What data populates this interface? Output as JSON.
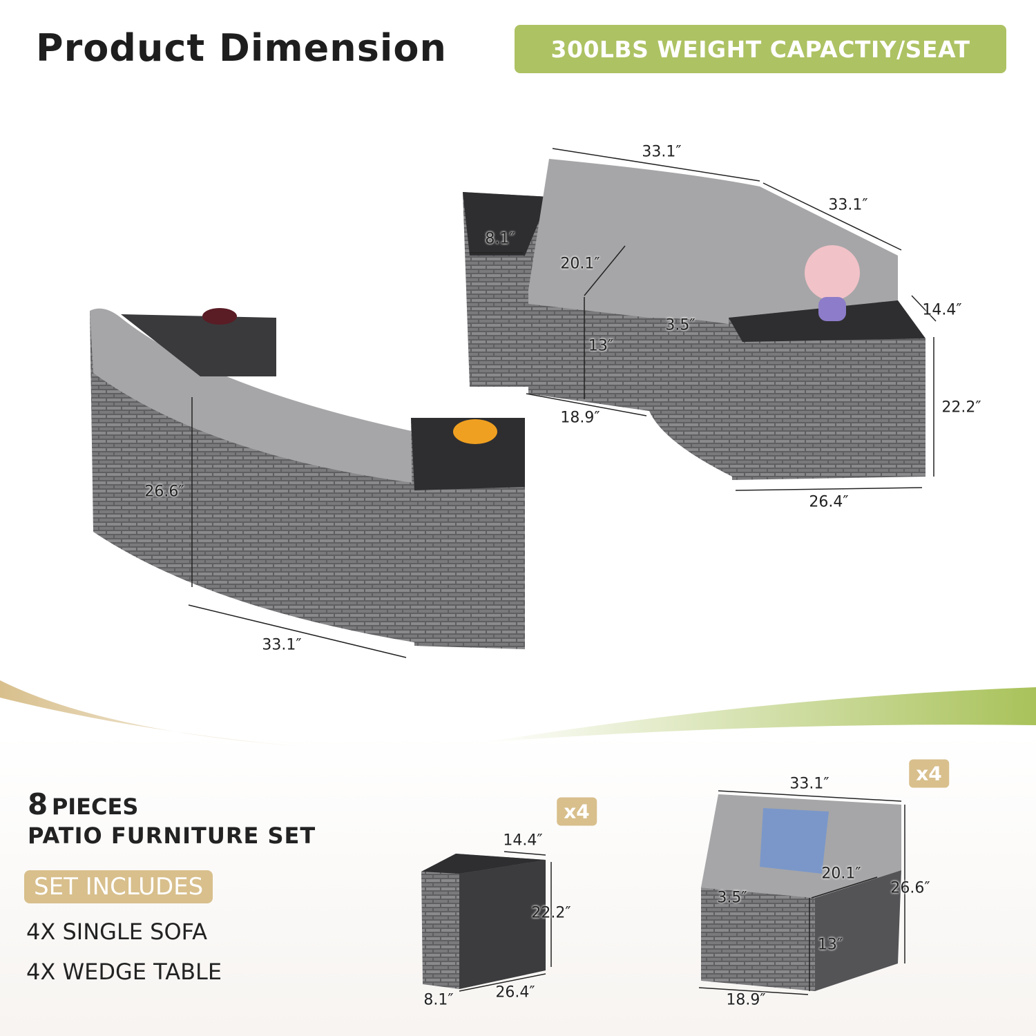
{
  "header": {
    "title": "Product Dimension",
    "badge": "300LBS WEIGHT CAPACTIY/SEAT"
  },
  "colors": {
    "badge_green": "#adc263",
    "gold": "#d8bf8c",
    "wicker": "#6e6e70",
    "cushion": "#a6a6a8"
  },
  "set_top_right": {
    "back_width_1": "33.1″",
    "back_width_2": "33.1″",
    "table_width": "8.1″",
    "seat_depth": "20.1″",
    "cushion_thickness": "3.5″",
    "seat_height": "13″",
    "table_depth": "14.4″",
    "table_height": "22.2″",
    "front_width": "18.9″",
    "table_length": "26.4″"
  },
  "set_left": {
    "height": "26.6″",
    "width": "33.1″"
  },
  "table_detail": {
    "count": "x4",
    "depth": "14.4″",
    "height": "22.2″",
    "width": "8.1″",
    "length": "26.4″"
  },
  "sofa_detail": {
    "count": "x4",
    "back_width": "33.1″",
    "seat_depth": "20.1″",
    "height": "26.6″",
    "cushion": "3.5″",
    "seat_height": "13″",
    "front_width": "18.9″"
  },
  "summary": {
    "count": "8",
    "pieces": "PIECES",
    "line2": "PATIO FURNITURE SET",
    "includes_label": "SET INCLUDES",
    "items": [
      "4X SINGLE SOFA",
      "4X WEDGE TABLE"
    ]
  }
}
